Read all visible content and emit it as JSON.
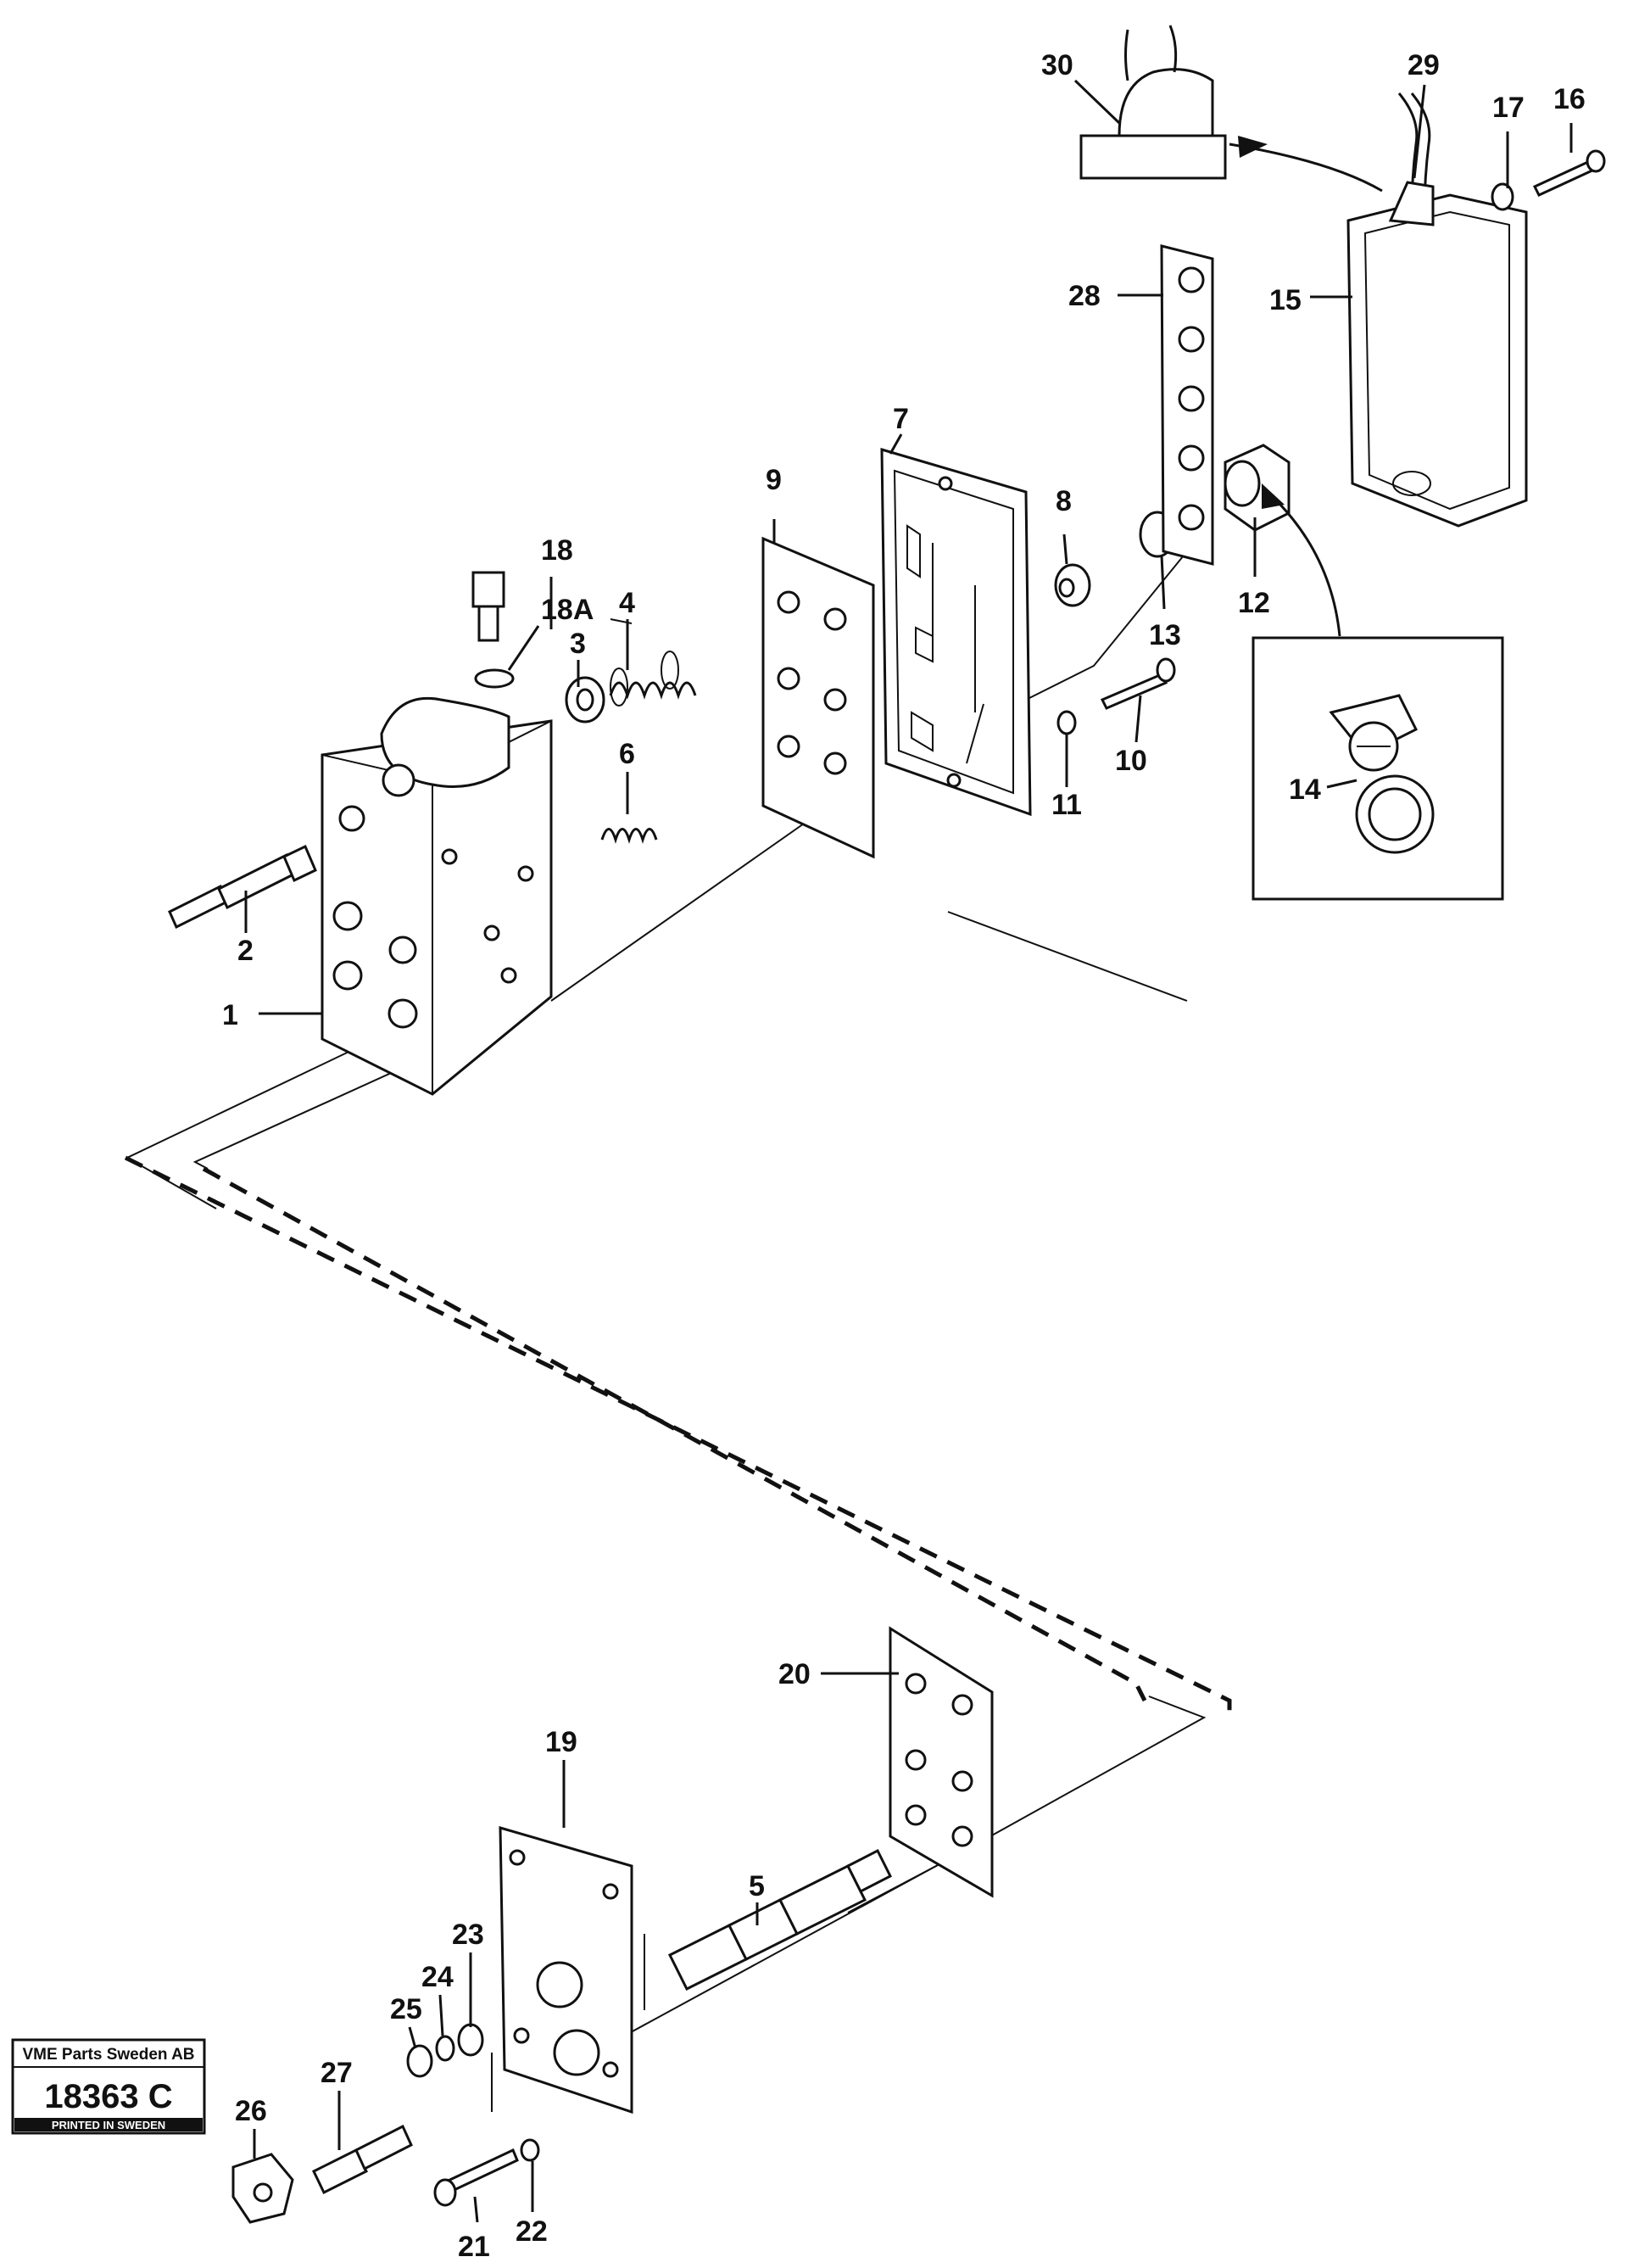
{
  "callouts": [
    "1",
    "2",
    "3",
    "4",
    "5",
    "6",
    "7",
    "8",
    "9",
    "10",
    "11",
    "12",
    "13",
    "14",
    "15",
    "16",
    "17",
    "18",
    "18A",
    "19",
    "20",
    "21",
    "22",
    "23",
    "24",
    "25",
    "26",
    "27",
    "28",
    "29",
    "30"
  ],
  "stamp": {
    "company": "VME Parts Sweden AB",
    "number": "18363 C",
    "footer": "PRINTED IN SWEDEN"
  }
}
